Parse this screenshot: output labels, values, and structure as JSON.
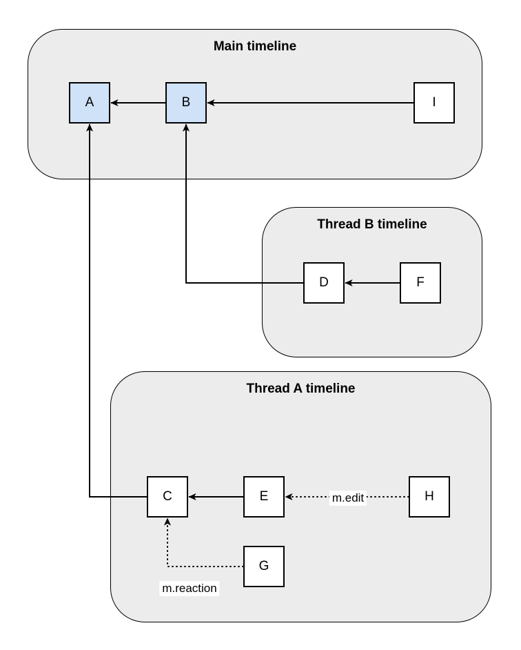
{
  "diagram": {
    "colors": {
      "page_background": "#ffffff",
      "container_fill": "#ececec",
      "container_border": "#000000",
      "node_fill_default": "#ffffff",
      "node_fill_highlight": "#cfe2f7",
      "node_border": "#000000",
      "edge_color": "#000000"
    },
    "groups": [
      {
        "id": "main",
        "title": "Main timeline"
      },
      {
        "id": "thread-b",
        "title": "Thread B timeline"
      },
      {
        "id": "thread-a",
        "title": "Thread A timeline"
      }
    ],
    "nodes": [
      {
        "id": "A",
        "label": "A",
        "group": "main",
        "highlight": true
      },
      {
        "id": "B",
        "label": "B",
        "group": "main",
        "highlight": true
      },
      {
        "id": "I",
        "label": "I",
        "group": "main",
        "highlight": false
      },
      {
        "id": "D",
        "label": "D",
        "group": "thread-b",
        "highlight": false
      },
      {
        "id": "F",
        "label": "F",
        "group": "thread-b",
        "highlight": false
      },
      {
        "id": "C",
        "label": "C",
        "group": "thread-a",
        "highlight": false
      },
      {
        "id": "E",
        "label": "E",
        "group": "thread-a",
        "highlight": false
      },
      {
        "id": "H",
        "label": "H",
        "group": "thread-a",
        "highlight": false
      },
      {
        "id": "G",
        "label": "G",
        "group": "thread-a",
        "highlight": false
      }
    ],
    "edges": [
      {
        "from": "B",
        "to": "A",
        "style": "solid",
        "label": ""
      },
      {
        "from": "I",
        "to": "B",
        "style": "solid",
        "label": ""
      },
      {
        "from": "F",
        "to": "D",
        "style": "solid",
        "label": ""
      },
      {
        "from": "D",
        "to": "B",
        "style": "solid",
        "label": ""
      },
      {
        "from": "E",
        "to": "C",
        "style": "solid",
        "label": ""
      },
      {
        "from": "C",
        "to": "A",
        "style": "solid",
        "label": ""
      },
      {
        "from": "H",
        "to": "E",
        "style": "dotted",
        "label": "m.edit"
      },
      {
        "from": "G",
        "to": "C",
        "style": "dotted",
        "label": "m.reaction"
      }
    ]
  }
}
